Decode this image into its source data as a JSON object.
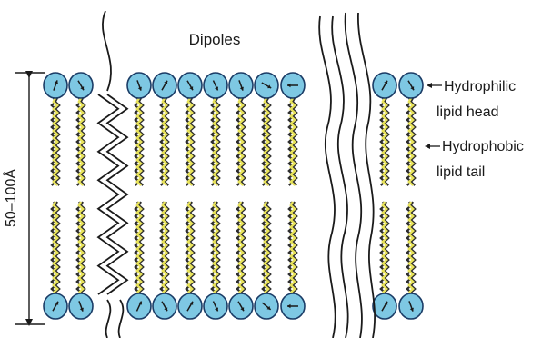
{
  "diagram": {
    "top_label": "Dipoles",
    "thickness_label": "50–100Å",
    "head_label_line1": "Hydrophilic",
    "head_label_line2": "lipid head",
    "tail_label_line1": "Hydrophobic",
    "tail_label_line2": "lipid tail"
  },
  "colors": {
    "head_fill": "#7ec8e3",
    "head_stroke": "#1b3c66",
    "tail_yellow": "#e7e25a",
    "tail_dark": "#2d2d2d",
    "line": "#1a1a1a"
  },
  "icons": {
    "lipid_head": "blue-circle-with-dipole-arrow",
    "lipid_tail": "wavy-double-chain",
    "protein": "zigzag-folded-protein"
  }
}
